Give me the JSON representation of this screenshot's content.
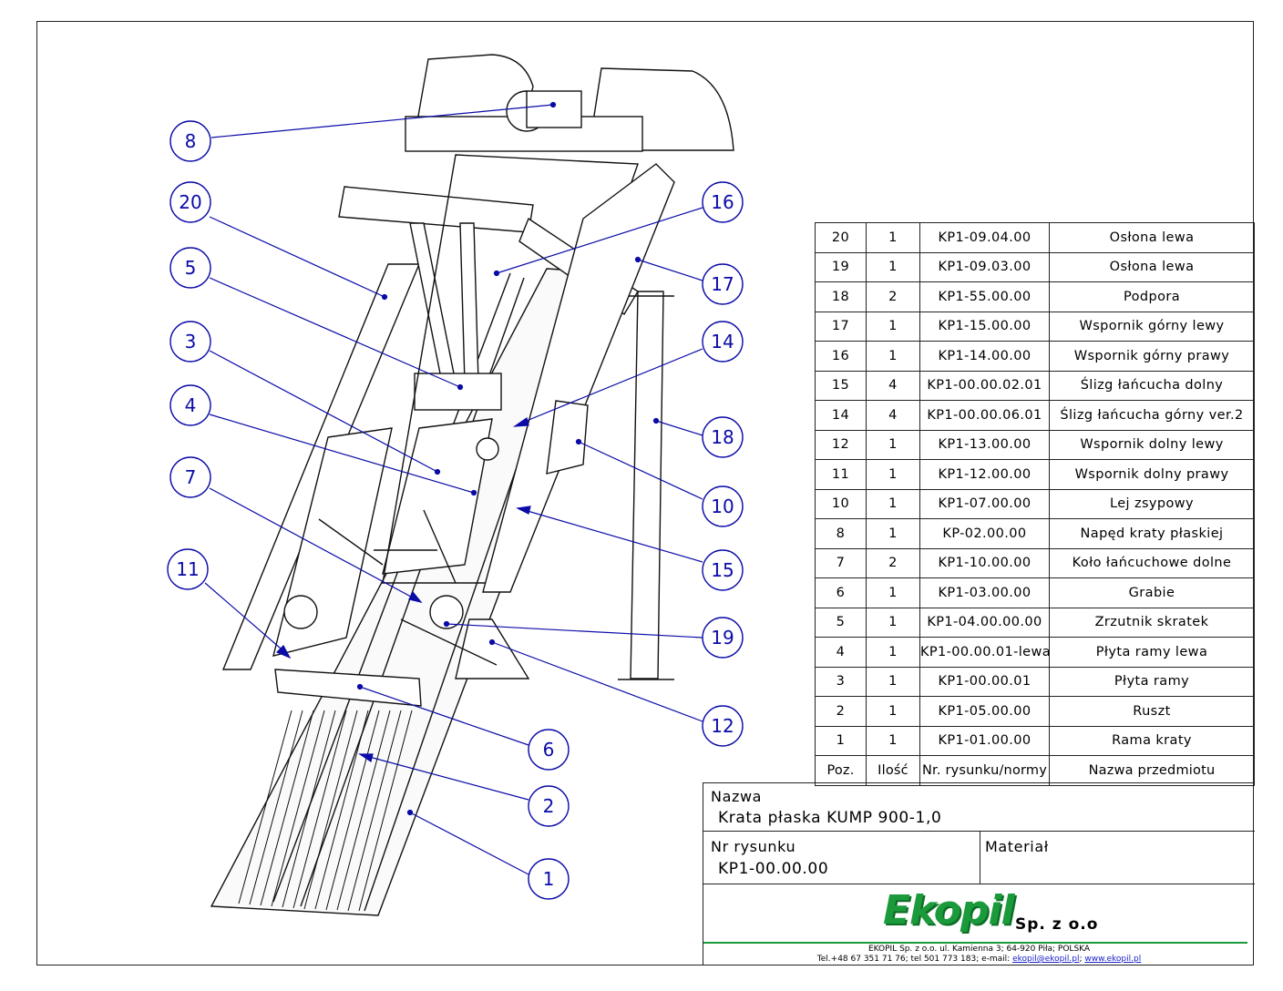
{
  "callouts": [
    "8",
    "20",
    "5",
    "3",
    "4",
    "7",
    "11",
    "16",
    "17",
    "14",
    "18",
    "10",
    "15",
    "19",
    "12",
    "6",
    "2",
    "1"
  ],
  "parts_header": {
    "pos": "Poz.",
    "qty": "Ilość",
    "drawing_no": "Nr. rysunku/normy",
    "name": "Nazwa przedmiotu"
  },
  "parts": [
    {
      "pos": "20",
      "qty": "1",
      "drawing_no": "KP1-09.04.00",
      "name": "Osłona lewa"
    },
    {
      "pos": "19",
      "qty": "1",
      "drawing_no": "KP1-09.03.00",
      "name": "Osłona lewa"
    },
    {
      "pos": "18",
      "qty": "2",
      "drawing_no": "KP1-55.00.00",
      "name": "Podpora"
    },
    {
      "pos": "17",
      "qty": "1",
      "drawing_no": "KP1-15.00.00",
      "name": "Wspornik górny lewy"
    },
    {
      "pos": "16",
      "qty": "1",
      "drawing_no": "KP1-14.00.00",
      "name": "Wspornik górny prawy"
    },
    {
      "pos": "15",
      "qty": "4",
      "drawing_no": "KP1-00.00.02.01",
      "name": "Ślizg łańcucha dolny"
    },
    {
      "pos": "14",
      "qty": "4",
      "drawing_no": "KP1-00.00.06.01",
      "name": "Ślizg łańcucha górny ver.2"
    },
    {
      "pos": "12",
      "qty": "1",
      "drawing_no": "KP1-13.00.00",
      "name": "Wspornik dolny lewy"
    },
    {
      "pos": "11",
      "qty": "1",
      "drawing_no": "KP1-12.00.00",
      "name": "Wspornik dolny prawy"
    },
    {
      "pos": "10",
      "qty": "1",
      "drawing_no": "KP1-07.00.00",
      "name": "Lej zsypowy"
    },
    {
      "pos": "8",
      "qty": "1",
      "drawing_no": "KP-02.00.00",
      "name": "Napęd kraty płaskiej"
    },
    {
      "pos": "7",
      "qty": "2",
      "drawing_no": "KP1-10.00.00",
      "name": "Koło łańcuchowe dolne"
    },
    {
      "pos": "6",
      "qty": "1",
      "drawing_no": "KP1-03.00.00",
      "name": "Grabie"
    },
    {
      "pos": "5",
      "qty": "1",
      "drawing_no": "KP1-04.00.00.00",
      "name": "Zrzutnik skratek"
    },
    {
      "pos": "4",
      "qty": "1",
      "drawing_no": "KP1-00.00.01-lewa",
      "name": "Płyta ramy lewa"
    },
    {
      "pos": "3",
      "qty": "1",
      "drawing_no": "KP1-00.00.01",
      "name": "Płyta ramy"
    },
    {
      "pos": "2",
      "qty": "1",
      "drawing_no": "KP1-05.00.00",
      "name": "Ruszt"
    },
    {
      "pos": "1",
      "qty": "1",
      "drawing_no": "KP1-01.00.00",
      "name": "Rama kraty"
    }
  ],
  "title_block": {
    "name_label": "Nazwa",
    "name_value": "Krata płaska KUMP 900-1,0",
    "drawing_no_label": "Nr rysunku",
    "drawing_no_value": "KP1-00.00.00",
    "material_label": "Materiał",
    "material_value": "",
    "company_logo": "Ekopil",
    "company_suffix": "Sp. z o.o",
    "footer_address": "EKOPIL Sp. z o.o. ul. Kamienna 3; 64-920 Piła; POLSKA",
    "footer_contact": "Tel.+48 67 351 71 76; tel 501 773 183; e-mail:",
    "email": "ekopil@ekopil.pl",
    "website": "www.ekopil.pl",
    "brand_color": "#1a9a3a",
    "callout_color": "#0b0ba8"
  }
}
